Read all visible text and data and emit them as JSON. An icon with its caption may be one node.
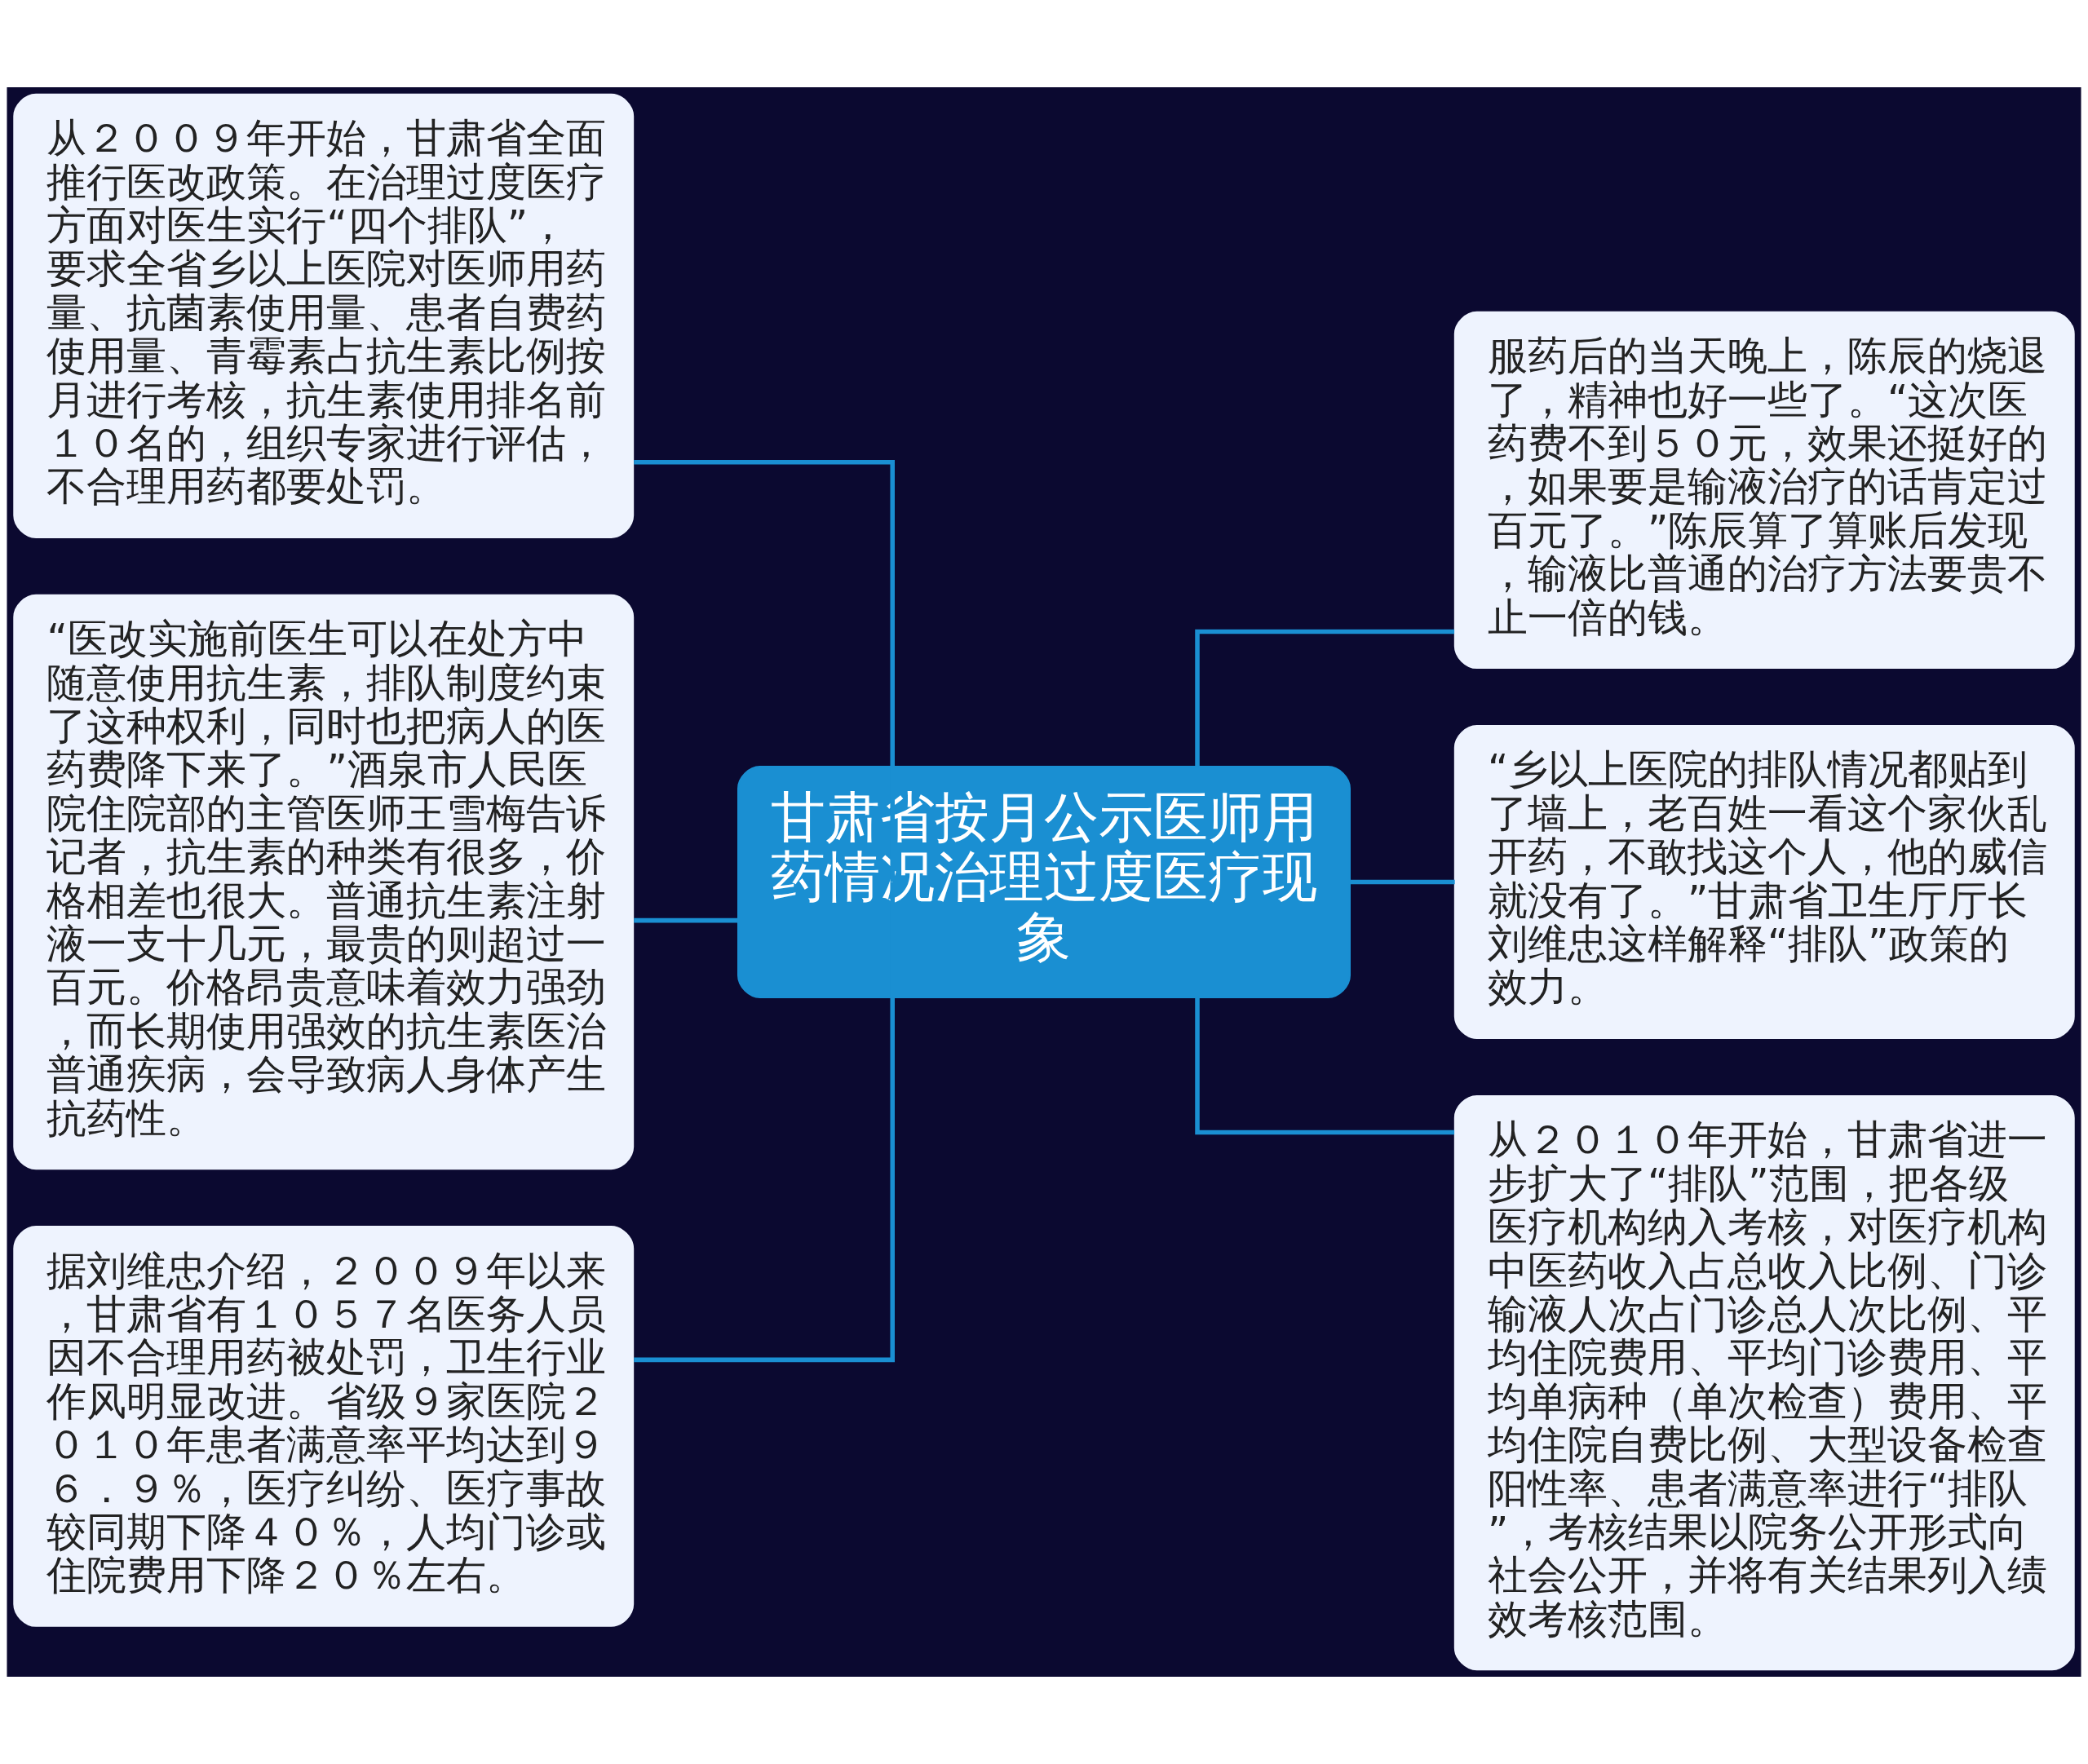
{
  "diagram": {
    "nodes": [
      {
        "text": [
          "甘肃省按月公示医师用药情况治理过度医疗现象"
        ]
      },
      {
        "text": [
          "从２００９年开始，甘肃省全面推行医改政策。在治理过度医疗方面对医生实行“四个排队”，要求全省乡以上医院对医师用药量、抗菌素使用量、患者自费药使用量、青霉素占抗生素比例按月进行考核，抗生素使用排名前１０名的，组织专家进行评估，不合理用药都要处罚。"
        ]
      },
      {
        "text": [
          "“医改实施前医生可以在处方中随意使用抗生素，排队制度约束了这种权利，同时也把病人的医药费降下来了。”酒泉市人民医院住院部的主管医师王雪梅告诉记者，抗生素的种类有很多，价格相差也很大。普通抗生素注射液一支十几元，最贵的则超过一百元。价格昂贵意味着效力强劲，而长期使用强效的抗生素医治普通疾病，会导致病人身体产生抗药性。"
        ]
      },
      {
        "text": [
          "据刘维忠介绍，２００９年以来，甘肃省有１０５７名医务人员因不合理用药被处罚，卫生行业作风明显改进。省级９家医院２０１０年患者满意率平均达到９６．９％，医疗纠纷、医疗事故较同期下降４０％，人均门诊或住院费用下降２０％左右。"
        ]
      },
      {
        "text": [
          "服药后的当天晚上，陈辰的烧退了，精神也好一些了。“这次医药费不到５０元，效果还挺好的，如果要是输液治疗的话肯定过百元了。”陈辰算了算账后发现，输液比普通的治疗方法要贵不止一倍的钱。"
        ]
      },
      {
        "text": [
          "“乡以上医院的排队情况都贴到了墙上，老百姓一看这个家伙乱开药，不敢找这个人，他的威信就没有了。”甘肃省卫生厅厅长刘维忠这样解释“排队”政策的效力。"
        ]
      },
      {
        "text": [
          "从２０１０年开始，甘肃省进一步扩大了“排队”范围，把各级医疗机构纳入考核，对医疗机构中医药收入占总收入比例、门诊输液人次占门诊总人次比例、平均住院费用、平均门诊费用、平均单病种（单次检查）费用、平均住院自费比例、大型设备检查阳性率、患者满意率进行“排队”，考核结果以院务公开形式向社会公开，并将有关结果列入绩效考核范围。"
        ]
      }
    ],
    "edges": [
      {
        "from": 0,
        "to": 1,
        "arrow": "none"
      },
      {
        "from": 0,
        "to": 2,
        "arrow": "none"
      },
      {
        "from": 0,
        "to": 3,
        "arrow": "none"
      },
      {
        "from": 0,
        "to": 4,
        "arrow": "none"
      },
      {
        "from": 0,
        "to": 5,
        "arrow": "none"
      },
      {
        "from": 0,
        "to": 6,
        "arrow": "none"
      }
    ]
  }
}
